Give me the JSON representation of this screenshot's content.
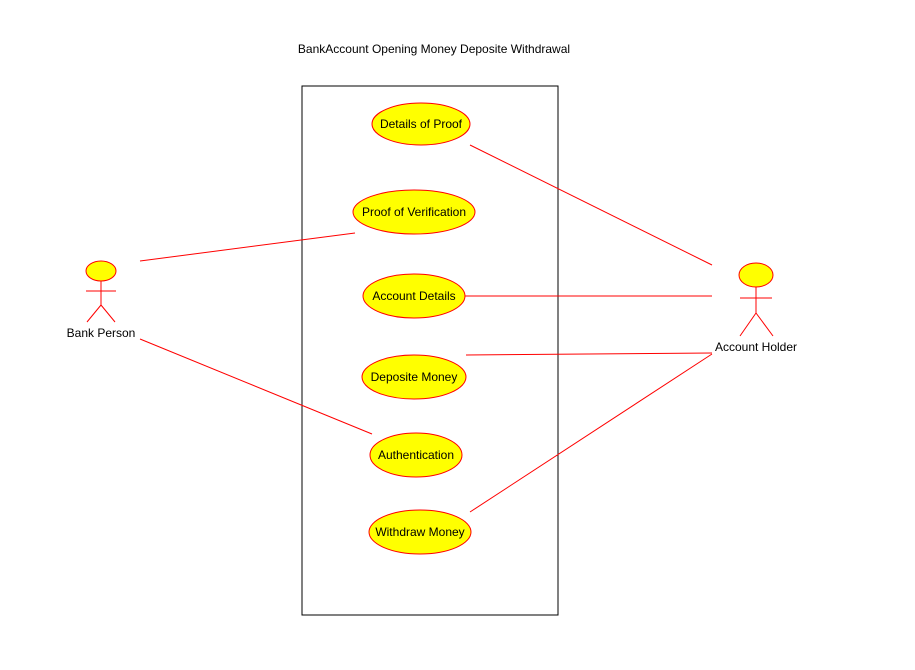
{
  "diagram": {
    "title": "BankAccount Opening Money Deposite Withdrawal",
    "colors": {
      "line": "#ff0000",
      "fill": "#ffff00",
      "boundary": "#000000",
      "text": "#000000"
    },
    "actors": [
      {
        "id": "bank_person",
        "name": "Bank Person"
      },
      {
        "id": "account_holder",
        "name": "Account Holder"
      }
    ],
    "use_cases": [
      {
        "id": "details_of_proof",
        "label": "Details of Proof"
      },
      {
        "id": "proof_of_verification",
        "label": "Proof of Verification"
      },
      {
        "id": "account_details",
        "label": "Account Details"
      },
      {
        "id": "deposite_money",
        "label": "Deposite Money"
      },
      {
        "id": "authentication",
        "label": "Authentication"
      },
      {
        "id": "withdraw_money",
        "label": "Withdraw Money"
      }
    ],
    "associations": [
      {
        "actor": "bank_person",
        "use_case": "proof_of_verification"
      },
      {
        "actor": "bank_person",
        "use_case": "authentication"
      },
      {
        "actor": "account_holder",
        "use_case": "details_of_proof"
      },
      {
        "actor": "account_holder",
        "use_case": "account_details"
      },
      {
        "actor": "account_holder",
        "use_case": "deposite_money"
      },
      {
        "actor": "account_holder",
        "use_case": "withdraw_money"
      }
    ]
  }
}
